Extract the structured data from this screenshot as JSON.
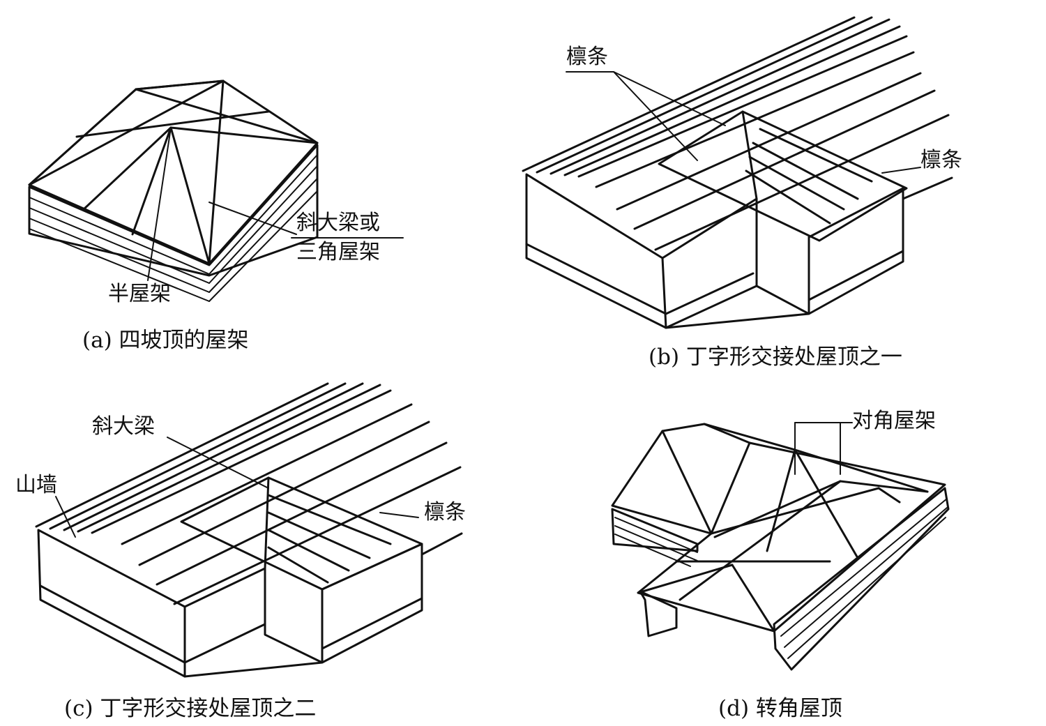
{
  "panels": {
    "a": {
      "caption": "(a) 四坡顶的屋架",
      "labels": {
        "diagonal_beam_line1": "斜大梁或",
        "diagonal_beam_line2": "三角屋架",
        "half_truss": "半屋架"
      }
    },
    "b": {
      "caption": "(b) 丁字形交接处屋顶之一",
      "labels": {
        "purlin_top": "檩条",
        "purlin_right": "檩条"
      }
    },
    "c": {
      "caption": "(c) 丁字形交接处屋顶之二",
      "labels": {
        "diagonal_beam": "斜大梁",
        "gable_wall": "山墙",
        "purlin": "檩条"
      }
    },
    "d": {
      "caption": "(d) 转角屋顶",
      "labels": {
        "diagonal_truss": "对角屋架"
      }
    }
  }
}
